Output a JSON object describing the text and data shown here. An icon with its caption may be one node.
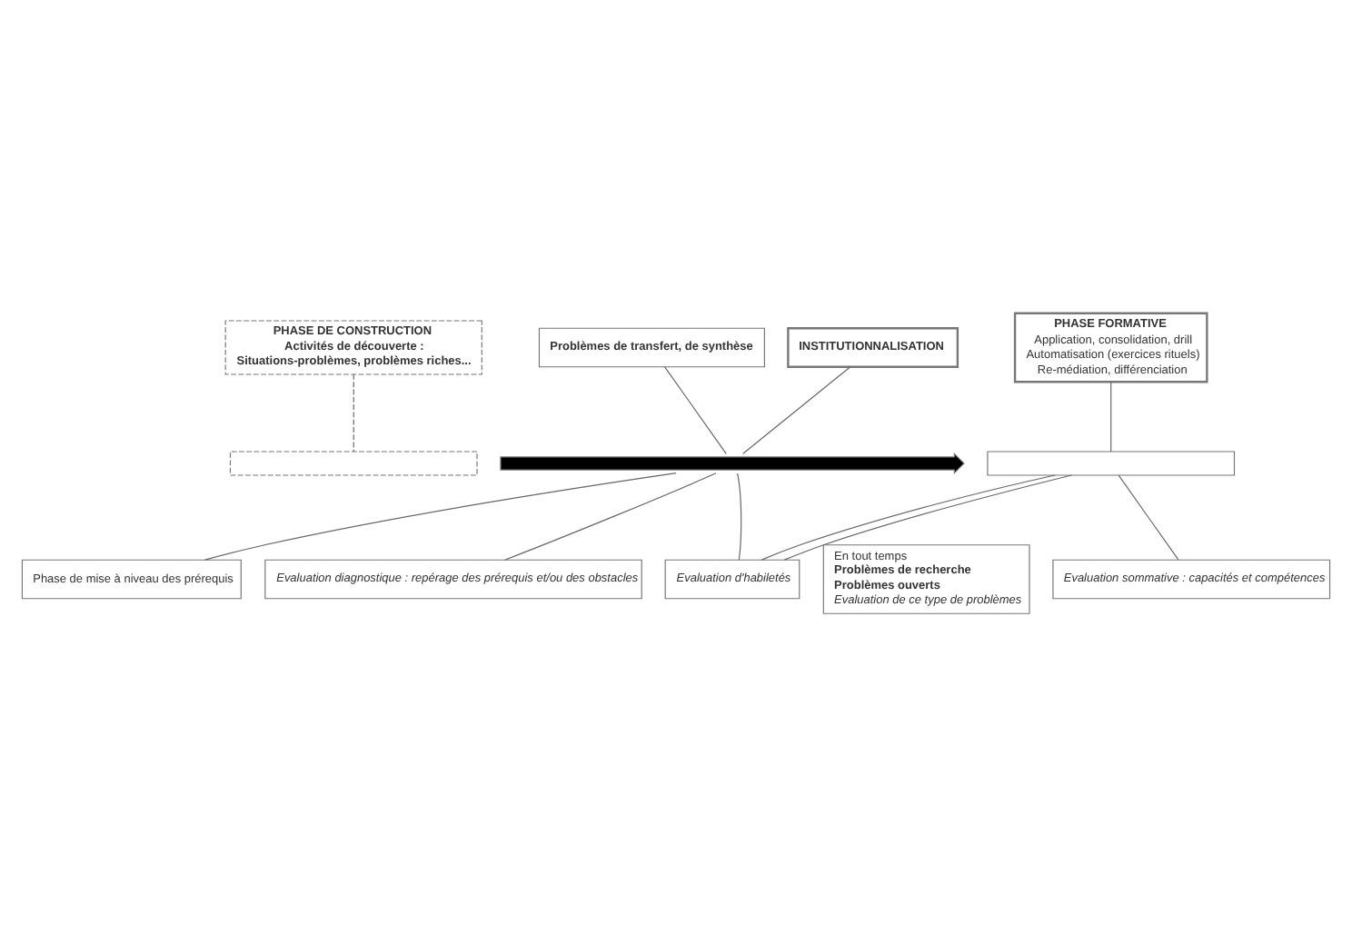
{
  "diagram": {
    "nodes": [
      {
        "text": [
          "PHASE FORMATIVE",
          "Application, consolidation, drill",
          "Automatisation (exercices rituels)",
          "Re-médiation, différenciation"
        ]
      },
      {
        "text": [
          "Problèmes de transfert, de synthèse"
        ]
      },
      {
        "text": [
          "PHASE DE CONSTRUCTION",
          "Activités de découverte :",
          "Situations-problèmes, problèmes riches..."
        ]
      },
      {
        "text": [
          "INSTITUTIONNALISATION"
        ]
      },
      {
        "text": [
          "Phase de mise à niveau des prérequis"
        ]
      },
      {
        "text": [
          "Evaluation diagnostique : repérage des prérequis et/ou des obstacles"
        ]
      },
      {
        "text": [
          "Evaluation d'habiletés"
        ]
      },
      {
        "text": [
          "Evaluation sommative : capacités et compétences"
        ]
      },
      {
        "text": [
          "En tout temps",
          "Problèmes de recherche",
          "Problèmes ouverts",
          "Evaluation de ce type de problèmes"
        ]
      },
      {
        "text": [],
        "shape": "bar"
      },
      {
        "text": [],
        "shape": "arrow"
      },
      {
        "text": [],
        "shape": "bar"
      }
    ],
    "edges": [
      {
        "from": 0,
        "to": 11,
        "arrow": "none"
      },
      {
        "from": 1,
        "to": 10,
        "arrow": "none"
      },
      {
        "from": 2,
        "to": 9,
        "arrow": "none",
        "style": "dashed"
      },
      {
        "from": 3,
        "to": 10,
        "arrow": "none"
      },
      {
        "from": 4,
        "to": 10,
        "arrow": "none"
      },
      {
        "from": 5,
        "to": 10,
        "arrow": "none"
      },
      {
        "from": 6,
        "to": 10,
        "arrow": "none"
      },
      {
        "from": 6,
        "to": 11,
        "arrow": "none"
      },
      {
        "from": 6,
        "to": 11,
        "arrow": "none"
      },
      {
        "from": 7,
        "to": 11,
        "arrow": "none"
      }
    ]
  }
}
